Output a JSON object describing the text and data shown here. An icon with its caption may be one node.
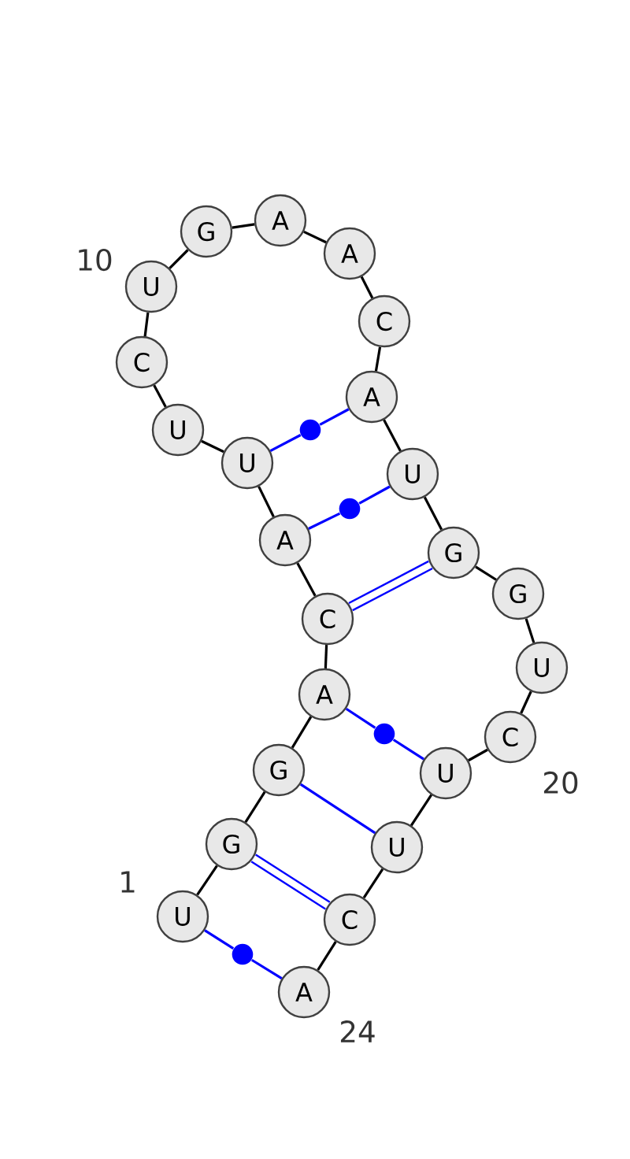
{
  "diagram": {
    "nodes": [
      {
        "text": [
          "U"
        ]
      },
      {
        "text": [
          "G"
        ]
      },
      {
        "text": [
          "G"
        ]
      },
      {
        "text": [
          "A"
        ]
      },
      {
        "text": [
          "C"
        ]
      },
      {
        "text": [
          "A"
        ]
      },
      {
        "text": [
          "U"
        ]
      },
      {
        "text": [
          "U"
        ]
      },
      {
        "text": [
          "C"
        ]
      },
      {
        "text": [
          "U"
        ]
      },
      {
        "text": [
          "G"
        ]
      },
      {
        "text": [
          "A"
        ]
      },
      {
        "text": [
          "A"
        ]
      },
      {
        "text": [
          "C"
        ]
      },
      {
        "text": [
          "A"
        ]
      },
      {
        "text": [
          "U"
        ]
      },
      {
        "text": [
          "G"
        ]
      },
      {
        "text": [
          "G"
        ]
      },
      {
        "text": [
          "U"
        ]
      },
      {
        "text": [
          "C"
        ]
      },
      {
        "text": [
          "U"
        ]
      },
      {
        "text": [
          "U"
        ]
      },
      {
        "text": [
          "C"
        ]
      },
      {
        "text": [
          "A"
        ]
      },
      {
        "text": [],
        "shape": "circle"
      },
      {
        "text": [],
        "shape": "circle"
      },
      {
        "text": [],
        "shape": "circle"
      },
      {
        "text": [],
        "shape": "circle"
      }
    ],
    "edges": [
      {
        "from": 0,
        "to": 1,
        "arrow": "none"
      },
      {
        "from": 1,
        "to": 2,
        "arrow": "none"
      },
      {
        "from": 2,
        "to": 3,
        "arrow": "none"
      },
      {
        "from": 3,
        "to": 4,
        "arrow": "none"
      },
      {
        "from": 4,
        "to": 5,
        "arrow": "none"
      },
      {
        "from": 5,
        "to": 6,
        "arrow": "none"
      },
      {
        "from": 6,
        "to": 7,
        "arrow": "none"
      },
      {
        "from": 7,
        "to": 8,
        "arrow": "none"
      },
      {
        "from": 8,
        "to": 9,
        "arrow": "none"
      },
      {
        "from": 9,
        "to": 10,
        "arrow": "none"
      },
      {
        "from": 10,
        "to": 11,
        "arrow": "none"
      },
      {
        "from": 11,
        "to": 12,
        "arrow": "none"
      },
      {
        "from": 12,
        "to": 13,
        "arrow": "none"
      },
      {
        "from": 13,
        "to": 14,
        "arrow": "none"
      },
      {
        "from": 14,
        "to": 15,
        "arrow": "none"
      },
      {
        "from": 15,
        "to": 16,
        "arrow": "none"
      },
      {
        "from": 16,
        "to": 17,
        "arrow": "none"
      },
      {
        "from": 17,
        "to": 18,
        "arrow": "none"
      },
      {
        "from": 18,
        "to": 19,
        "arrow": "none"
      },
      {
        "from": 19,
        "to": 20,
        "arrow": "none"
      },
      {
        "from": 20,
        "to": 21,
        "arrow": "none"
      },
      {
        "from": 21,
        "to": 22,
        "arrow": "none"
      },
      {
        "from": 22,
        "to": 23,
        "arrow": "none"
      },
      {
        "from": 0,
        "to": 24,
        "arrow": "none",
        "color": "#0000ff"
      },
      {
        "from": 24,
        "to": 23,
        "arrow": "none",
        "color": "#0000ff"
      },
      {
        "from": 1,
        "to": 22,
        "arrow": "none",
        "style": "thick",
        "color": "#0000ff"
      },
      {
        "from": 2,
        "to": 21,
        "arrow": "none",
        "color": "#0000ff"
      },
      {
        "from": 3,
        "to": 25,
        "arrow": "none",
        "color": "#0000ff"
      },
      {
        "from": 25,
        "to": 20,
        "arrow": "none",
        "color": "#0000ff"
      },
      {
        "from": 4,
        "to": 16,
        "arrow": "none",
        "style": "thick",
        "color": "#0000ff"
      },
      {
        "from": 5,
        "to": 26,
        "arrow": "none",
        "color": "#0000ff"
      },
      {
        "from": 26,
        "to": 15,
        "arrow": "none",
        "color": "#0000ff"
      },
      {
        "from": 6,
        "to": 27,
        "arrow": "none",
        "color": "#0000ff"
      },
      {
        "from": 27,
        "to": 14,
        "arrow": "none",
        "color": "#0000ff"
      }
    ],
    "labels": [
      "10",
      "1",
      "20",
      "24"
    ]
  }
}
